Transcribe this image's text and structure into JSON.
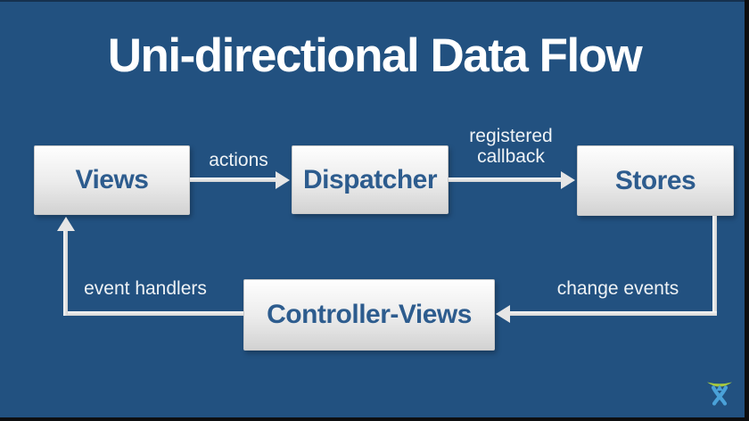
{
  "slide": {
    "title": "Uni-directional Data Flow"
  },
  "diagram": {
    "nodes": [
      {
        "id": "views",
        "label": "Views"
      },
      {
        "id": "dispatcher",
        "label": "Dispatcher"
      },
      {
        "id": "stores",
        "label": "Stores"
      },
      {
        "id": "controller_views",
        "label": "Controller-Views"
      }
    ],
    "edges": [
      {
        "from": "views",
        "to": "dispatcher",
        "label": "actions"
      },
      {
        "from": "dispatcher",
        "to": "stores",
        "label": "registered callback"
      },
      {
        "from": "stores",
        "to": "controller_views",
        "label": "change events"
      },
      {
        "from": "controller_views",
        "to": "views",
        "label": "event handlers"
      }
    ]
  },
  "colors": {
    "background": "#225180",
    "box_text": "#2d5c8e",
    "arrow": "#e6e6e6",
    "logo_green": "#a6c83f",
    "logo_blue": "#4aa1d8"
  },
  "logo": {
    "name": "atlassian-logo"
  }
}
